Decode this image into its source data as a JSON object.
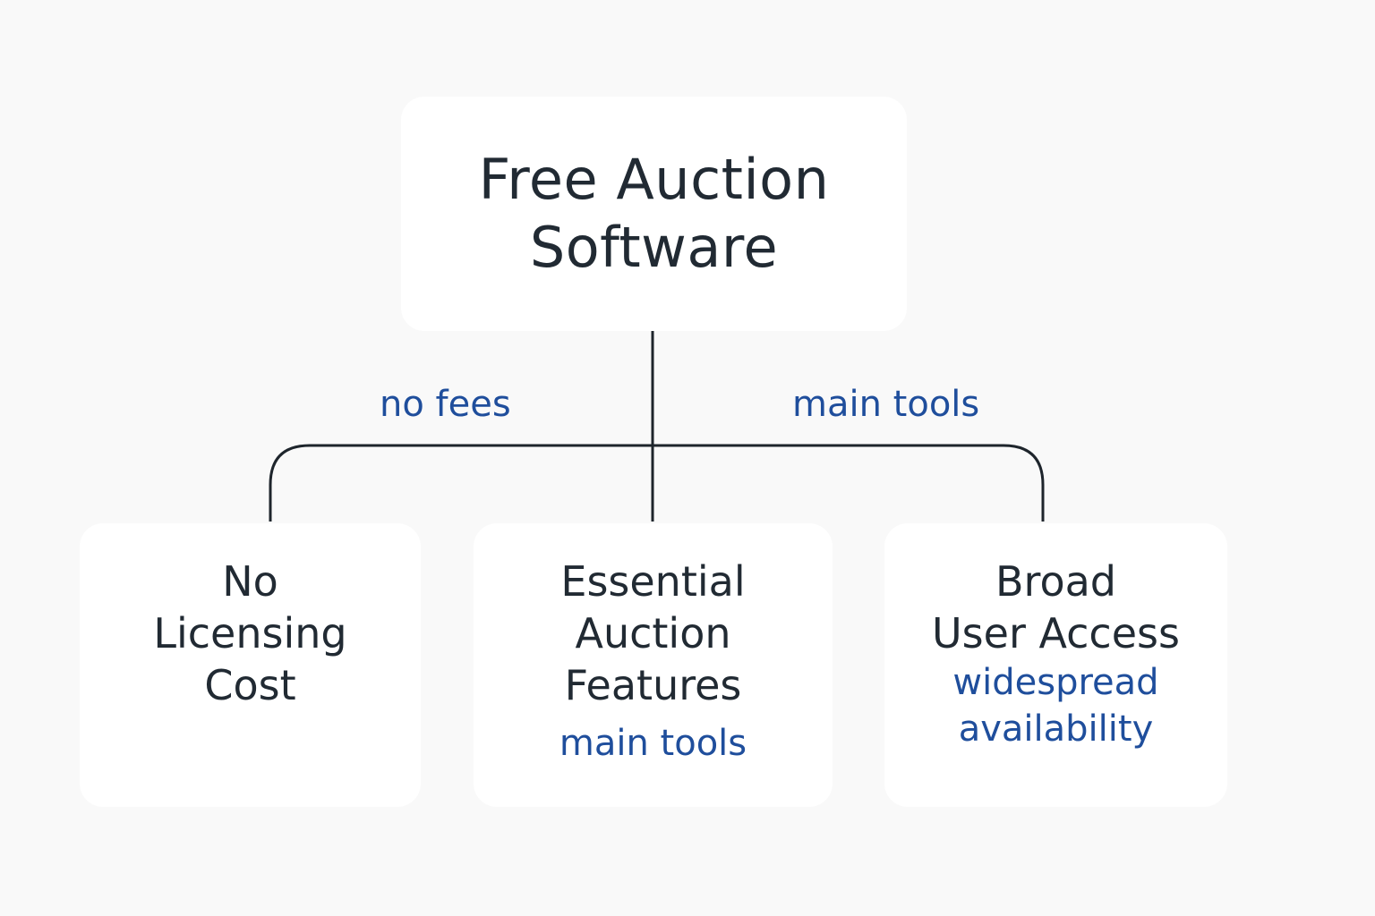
{
  "diagram": {
    "root": {
      "title": "Free Auction\nSoftware"
    },
    "edge_labels": {
      "left": "no fees",
      "right": "main tools"
    },
    "children": [
      {
        "title": "No\nLicensing\nCost",
        "subtitle": ""
      },
      {
        "title": "Essential\nAuction\nFeatures",
        "subtitle": "main tools"
      },
      {
        "title": "Broad\nUser Access",
        "subtitle": "widespread\navailability"
      }
    ],
    "colors": {
      "background": "#f9f9f9",
      "node_fill": "#ffffff",
      "title_text": "#212a33",
      "label_text": "#1f4e9c",
      "connector": "#1e252c"
    }
  }
}
